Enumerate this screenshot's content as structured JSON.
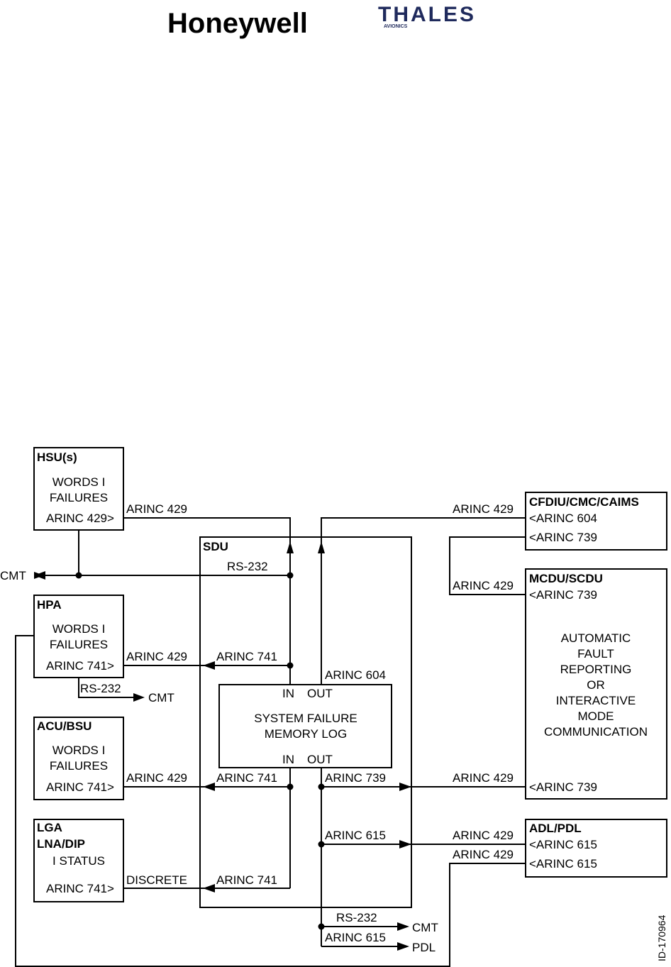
{
  "header": {
    "logo_honeywell": "Honeywell",
    "logo_thales": "THALES",
    "logo_thales_sub": "AVIONICS"
  },
  "diagram": {
    "hsu": {
      "title": "HSU(s)",
      "line1": "WORDS I",
      "line2": "FAILURES",
      "port": "ARINC 429>"
    },
    "hpa": {
      "title": "HPA",
      "line1": "WORDS I",
      "line2": "FAILURES",
      "port": "ARINC 741>"
    },
    "acu": {
      "title": "ACU/BSU",
      "line1": "WORDS I",
      "line2": "FAILURES",
      "port": "ARINC 741>"
    },
    "lga": {
      "title1": "LGA",
      "title2": "LNA/DIP",
      "line1": "I STATUS",
      "port": "ARINC 741>"
    },
    "sdu": {
      "title": "SDU"
    },
    "memlog": {
      "in_top": "IN",
      "out_top": "OUT",
      "line1": "SYSTEM FAILURE",
      "line2": "MEMORY LOG",
      "in_bottom": "IN",
      "out_bottom": "OUT"
    },
    "cfdiu": {
      "title": "CFDIU/CMC/CAIMS",
      "port1": "<ARINC 604",
      "port2": "<ARINC 739"
    },
    "mcdu": {
      "title": "MCDU/SCDU",
      "port1": "<ARINC 739",
      "l1": "AUTOMATIC",
      "l2": "FAULT",
      "l3": "REPORTING",
      "l4": "OR",
      "l5": "INTERACTIVE",
      "l6": "MODE",
      "l7": "COMMUNICATION",
      "port2": "<ARINC 739"
    },
    "adl": {
      "title": "ADL/PDL",
      "port1": "<ARINC 615",
      "port2": "<ARINC 615"
    },
    "labels": {
      "hsu_arinc429": "ARINC 429",
      "cfdiu_arinc429": "ARINC 429",
      "cmt_left": "CMT",
      "rs232_sdu": "RS-232",
      "mcdu_arinc429": "ARINC 429",
      "hpa_arinc429": "ARINC 429",
      "hpa_arinc741": "ARINC 741",
      "arinc604": "ARINC 604",
      "hpa_rs232": "RS-232",
      "hpa_cmt": "CMT",
      "acu_arinc429": "ARINC 429",
      "acu_arinc741": "ARINC 741",
      "arinc739": "ARINC 739",
      "mcdu2_arinc429": "ARINC 429",
      "arinc615": "ARINC 615",
      "adl_arinc429_1": "ARINC 429",
      "adl_arinc429_2": "ARINC 429",
      "lga_discrete": "DISCRETE",
      "lga_arinc741": "ARINC 741",
      "bottom_rs232": "RS-232",
      "bottom_cmt": "CMT",
      "bottom_arinc615": "ARINC 615",
      "bottom_pdl": "PDL"
    },
    "doc_id": "ID-170964"
  }
}
